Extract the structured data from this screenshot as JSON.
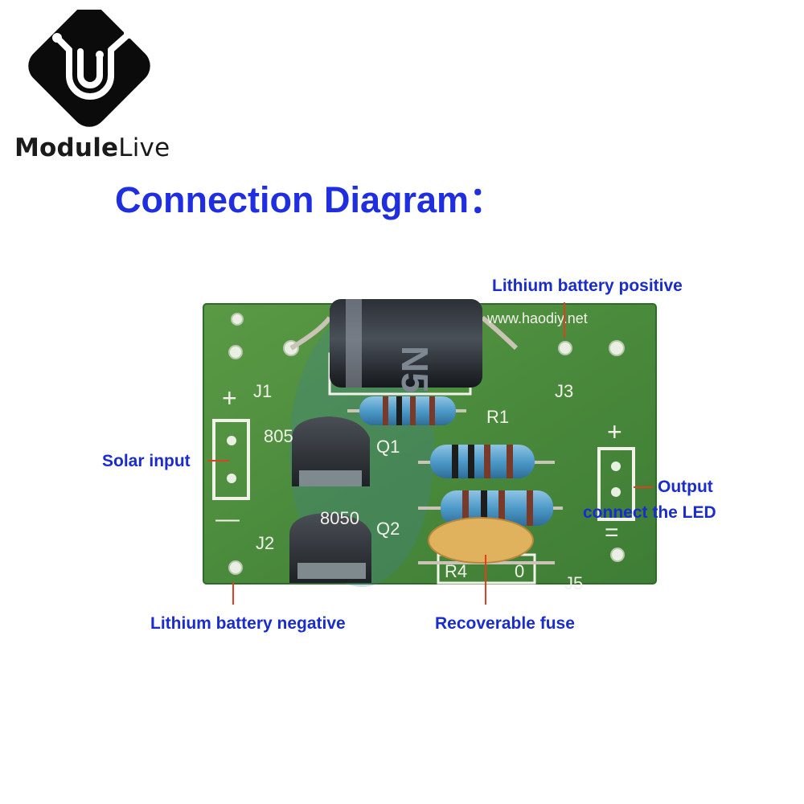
{
  "brand": {
    "part1": "Module",
    "part2": "Live",
    "logo_icon": "circuit-u-logo"
  },
  "title": "Connection Diagram：",
  "board": {
    "url": "www.haodiy.net",
    "diode_text": "N5",
    "silk": {
      "j1": "J1",
      "j2": "J2",
      "j3": "J3",
      "j5": "J5",
      "r1": "R1",
      "r4": "R4",
      "q1": "Q1",
      "q2": "Q2",
      "t805": "805",
      "t8050": "8050",
      "zero": "0",
      "plus_left": "+",
      "minus_left": "—",
      "plus_right": "+",
      "minus_right": "="
    }
  },
  "labels": {
    "lithium_positive": "Lithium battery positive",
    "solar_input": "Solar input",
    "output_line1": "Output",
    "output_line2": "connect the LED",
    "lithium_negative": "Lithium battery negative",
    "recoverable_fuse": "Recoverable fuse"
  },
  "colors": {
    "title": "#1f2fe0",
    "label": "#1a2ccc",
    "leader": "#e04020",
    "pcb": "#4d8e3e",
    "silkscreen": "#f2f2ea"
  }
}
